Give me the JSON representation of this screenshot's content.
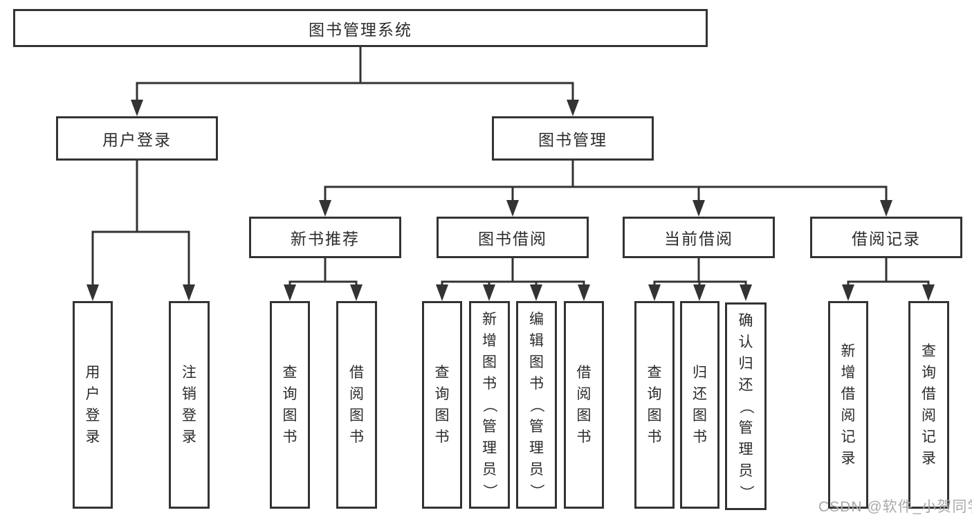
{
  "diagram": {
    "root": {
      "label": "图书管理系统"
    },
    "branches": [
      {
        "label": "用户登录",
        "children": [
          {
            "label": "用户登录"
          },
          {
            "label": "注销登录"
          }
        ]
      },
      {
        "label": "图书管理",
        "children": [
          {
            "label": "新书推荐",
            "children": [
              {
                "label": "查询图书"
              },
              {
                "label": "借阅图书"
              }
            ]
          },
          {
            "label": "图书借阅",
            "children": [
              {
                "label": "查询图书"
              },
              {
                "label": "新增图书（管理员）"
              },
              {
                "label": "编辑图书（管理员）"
              },
              {
                "label": "借阅图书"
              }
            ]
          },
          {
            "label": "当前借阅",
            "children": [
              {
                "label": "查询图书"
              },
              {
                "label": "归还图书"
              },
              {
                "label": "确认归还（管理员）"
              }
            ]
          },
          {
            "label": "借阅记录",
            "children": [
              {
                "label": "新增借阅记录"
              },
              {
                "label": "查询借阅记录"
              }
            ]
          }
        ]
      }
    ]
  },
  "watermark": {
    "text": "CSDN @软件_小贺同学"
  },
  "colors": {
    "line": "#333333",
    "box_border": "#333333",
    "text": "#2b2b2b",
    "watermark": "#a9a9a9",
    "background": "#ffffff"
  }
}
